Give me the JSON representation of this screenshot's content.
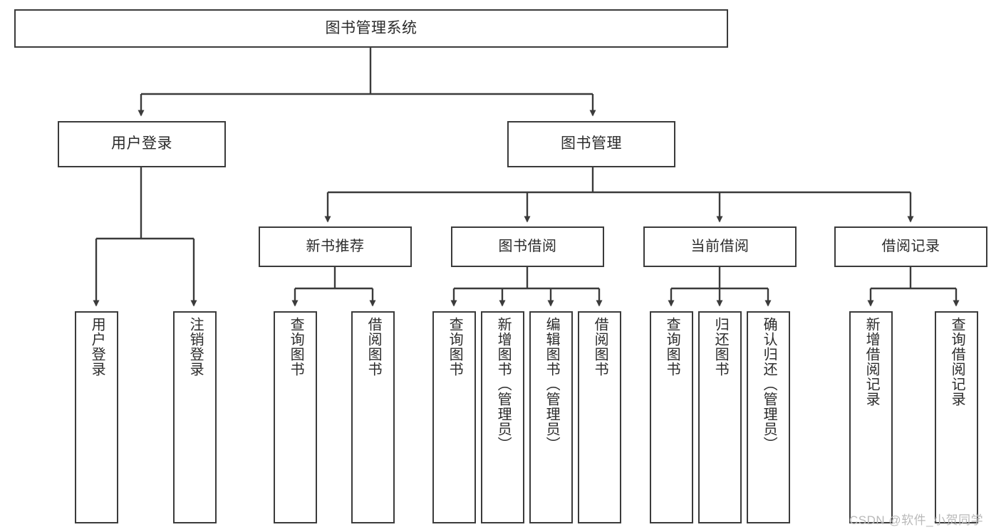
{
  "diagram": {
    "title": "图书管理系统",
    "style": {
      "box_border_color": "#3b3b3b",
      "box_fill_color": "#ffffff",
      "edge_color": "#3b3b3b",
      "text_color": "#2b2b2b",
      "background": "#ffffff"
    },
    "root": {
      "label": "图书管理系统"
    },
    "level1": [
      {
        "label": "用户登录"
      },
      {
        "label": "图书管理"
      }
    ],
    "level2": [
      {
        "label": "新书推荐"
      },
      {
        "label": "图书借阅"
      },
      {
        "label": "当前借阅"
      },
      {
        "label": "借阅记录"
      }
    ],
    "leaves": {
      "user_login": [
        {
          "label": "用户登录"
        },
        {
          "label": "注销登录"
        }
      ],
      "new_book_recommend": [
        {
          "label": "查询图书"
        },
        {
          "label": "借阅图书"
        }
      ],
      "book_borrow": [
        {
          "label": "查询图书"
        },
        {
          "label": "新增图书（管理员）"
        },
        {
          "label": "编辑图书（管理员）"
        },
        {
          "label": "借阅图书"
        }
      ],
      "current_borrow": [
        {
          "label": "查询图书"
        },
        {
          "label": "归还图书"
        },
        {
          "label": "确认归还（管理员）"
        }
      ],
      "borrow_record": [
        {
          "label": "新增借阅记录"
        },
        {
          "label": "查询借阅记录"
        }
      ]
    }
  },
  "watermark": {
    "text": "CSDN @软件_小贺同学"
  }
}
